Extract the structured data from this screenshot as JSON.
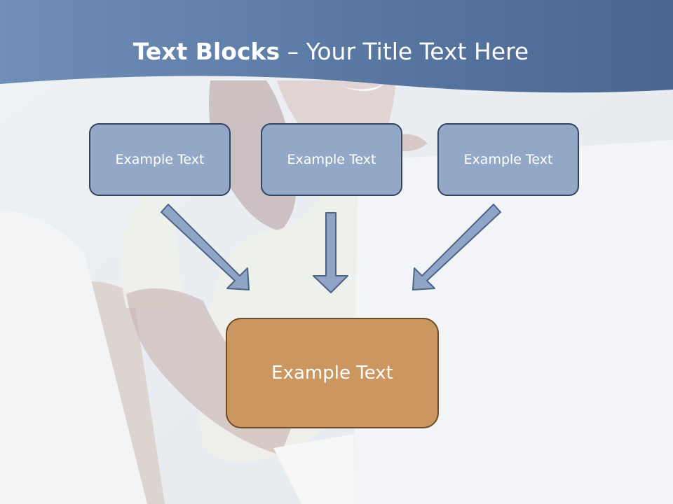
{
  "title": {
    "bold": "Text Blocks",
    "separator": " – ",
    "rest": "Your Title Text Here"
  },
  "blocks": {
    "top": [
      "Example Text",
      "Example Text",
      "Example Text"
    ],
    "main": "Example Text"
  },
  "colors": {
    "banner": "#5a79a3",
    "top_box_fill": "#93a8c7",
    "top_box_border": "#34465f",
    "main_box_fill": "#cc9660",
    "main_box_border": "#6e4a26",
    "arrow_fill": "#8fa5c6",
    "arrow_stroke": "#4c6488"
  }
}
